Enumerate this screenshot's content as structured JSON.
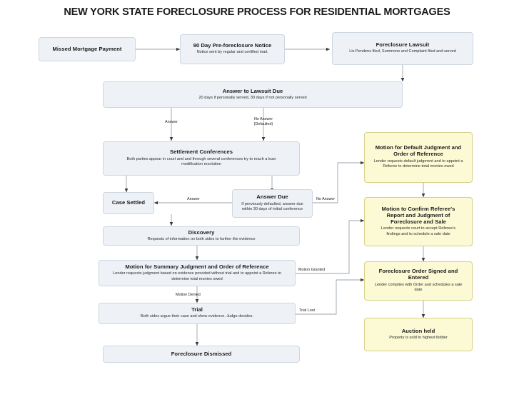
{
  "title": "NEW YORK STATE FORECLOSURE PROCESS FOR RESIDENTIAL MORTGAGES",
  "colors": {
    "blue_fill": "#eef2f7",
    "blue_stroke": "#cdd6e0",
    "yellow_fill": "#fbfad4",
    "yellow_stroke": "#d6d08a",
    "line": "#9aa3ad",
    "text": "#1a1a1a",
    "background": "#ffffff"
  },
  "chart_data": {
    "type": "diagram",
    "title": "NEW YORK STATE FORECLOSURE PROCESS FOR RESIDENTIAL MORTGAGES",
    "nodes": [
      {
        "id": "missed",
        "title": "Missed Mortgage Payment",
        "subtitle": "",
        "color": "blue"
      },
      {
        "id": "notice90",
        "title": "90 Day Pre-foreclosure Notice",
        "subtitle": "Notice sent by regular and certified mail.",
        "color": "blue"
      },
      {
        "id": "lawsuit",
        "title": "Foreclosure Lawsuit",
        "subtitle": "Lis Pendens filed, Summons and Complaint filed and served",
        "color": "blue"
      },
      {
        "id": "answerdue_lawsuit",
        "title": "Answer to Lawsuit Due",
        "subtitle": "20 days if personally served, 30 days if not personally served",
        "color": "blue"
      },
      {
        "id": "settlement",
        "title": "Settlement Conferences",
        "subtitle": "Both parties appear in court and and through several conferences try to reach a loan modification resolution",
        "color": "blue"
      },
      {
        "id": "settled",
        "title": "Case Settled",
        "subtitle": "",
        "color": "blue"
      },
      {
        "id": "answerdue",
        "title": "Answer Due",
        "subtitle": "If previously defaulted, answer due within 30 days of initial conference",
        "color": "blue"
      },
      {
        "id": "discovery",
        "title": "Discovery",
        "subtitle": "Requests of information on both sides to further the evidence",
        "color": "blue"
      },
      {
        "id": "msj",
        "title": "Motion for Summary Judgment and Order of Reference",
        "subtitle": "Lender requests judgment based on evidence provided without trial and to appoint a Referee to determine total monies owed",
        "color": "blue"
      },
      {
        "id": "trial",
        "title": "Trial",
        "subtitle": "Both sides argue their case and show evidence. Judge decides.",
        "color": "blue"
      },
      {
        "id": "dismissed",
        "title": "Foreclosure Dismissed",
        "subtitle": "",
        "color": "blue"
      },
      {
        "id": "default_judgment",
        "title": "Motion for Default Judgment and Order of Reference",
        "subtitle": "Lender requests default judgment and to appoint a Referee to determine total monies owed",
        "color": "yellow"
      },
      {
        "id": "confirm_referee",
        "title": "Motion to Confirm Referee's Report and Judgment of Foreclosure and Sale",
        "subtitle": "Lender requests court to accept Referee's findings and to schedule a sale date",
        "color": "yellow"
      },
      {
        "id": "order_signed",
        "title": "Foreclosure Order Signed and Entered",
        "subtitle": "Lender complies with Order and schedules a sale date",
        "color": "yellow"
      },
      {
        "id": "auction",
        "title": "Auction held",
        "subtitle": "Property is sold to highest bidder",
        "color": "yellow"
      }
    ],
    "edge_labels": [
      {
        "id": "answer1",
        "text": "Answer"
      },
      {
        "id": "noanswer1",
        "text": "No Answer\n(Defaulted)"
      },
      {
        "id": "answer2",
        "text": "Answer"
      },
      {
        "id": "noanswer2",
        "text": "No Answer"
      },
      {
        "id": "motion_granted",
        "text": "Motion Granted"
      },
      {
        "id": "motion_denied",
        "text": "Motion Denied"
      },
      {
        "id": "trial_lost",
        "text": "Trial Lost"
      }
    ],
    "edges": [
      {
        "from": "missed",
        "to": "notice90",
        "label": ""
      },
      {
        "from": "notice90",
        "to": "lawsuit",
        "label": ""
      },
      {
        "from": "lawsuit",
        "to": "answerdue_lawsuit",
        "label": ""
      },
      {
        "from": "answerdue_lawsuit",
        "to": "settlement",
        "label": "Answer"
      },
      {
        "from": "answerdue_lawsuit",
        "to": "settlement",
        "label": "No Answer (Defaulted)"
      },
      {
        "from": "settlement",
        "to": "settled",
        "label": ""
      },
      {
        "from": "settlement",
        "to": "answerdue",
        "label": ""
      },
      {
        "from": "answerdue",
        "to": "settled",
        "label": "Answer"
      },
      {
        "from": "answerdue",
        "to": "default_judgment",
        "label": "No Answer"
      },
      {
        "from": "settled",
        "to": "discovery",
        "label": ""
      },
      {
        "from": "discovery",
        "to": "msj",
        "label": ""
      },
      {
        "from": "msj",
        "to": "confirm_referee",
        "label": "Motion Granted"
      },
      {
        "from": "msj",
        "to": "trial",
        "label": "Motion Denied"
      },
      {
        "from": "trial",
        "to": "order_signed",
        "label": "Trial Lost"
      },
      {
        "from": "trial",
        "to": "dismissed",
        "label": ""
      },
      {
        "from": "default_judgment",
        "to": "confirm_referee",
        "label": ""
      },
      {
        "from": "confirm_referee",
        "to": "order_signed",
        "label": ""
      },
      {
        "from": "order_signed",
        "to": "auction",
        "label": ""
      }
    ]
  },
  "nodes": {
    "missed": {
      "title": "Missed Mortgage Payment",
      "subtitle": ""
    },
    "notice90": {
      "title": "90 Day Pre-foreclosure Notice",
      "subtitle": "Notice sent by regular and certified mail."
    },
    "lawsuit": {
      "title": "Foreclosure Lawsuit",
      "subtitle": "Lis Pendens filed, Summons and Complaint filed and served"
    },
    "answerdue_lawsuit": {
      "title": "Answer to Lawsuit Due",
      "subtitle": "20 days if personally served, 30 days if not personally served"
    },
    "settlement": {
      "title": "Settlement Conferences",
      "subtitle": "Both parties appear in court and and through several conferences try to reach a loan modification resolution"
    },
    "settled": {
      "title": "Case Settled",
      "subtitle": ""
    },
    "answerdue": {
      "title": "Answer Due",
      "subtitle": "If previously defaulted, answer due within 30 days of initial conference"
    },
    "discovery": {
      "title": "Discovery",
      "subtitle": "Requests of information on both sides to further the evidence"
    },
    "msj": {
      "title": "Motion for Summary Judgment and Order of Reference",
      "subtitle": "Lender requests judgment based on evidence provided without trial and to appoint a Referee to determine total monies owed"
    },
    "trial": {
      "title": "Trial",
      "subtitle": "Both sides argue their case and show evidence. Judge decides."
    },
    "dismissed": {
      "title": "Foreclosure Dismissed",
      "subtitle": ""
    },
    "default_judgment": {
      "title": "Motion for Default Judgment and Order of Reference",
      "subtitle": "Lender requests default judgment and to appoint a Referee to determine total monies owed"
    },
    "confirm_referee": {
      "title": "Motion to Confirm Referee's Report and Judgment of Foreclosure and Sale",
      "subtitle": "Lender requests court to accept Referee's findings and to schedule a sale date"
    },
    "order_signed": {
      "title": "Foreclosure Order Signed and Entered",
      "subtitle": "Lender complies with Order and schedules a sale date"
    },
    "auction": {
      "title": "Auction held",
      "subtitle": "Property is sold to highest bidder"
    }
  },
  "labels": {
    "answer1": "Answer",
    "noanswer1_line1": "No Answer",
    "noanswer1_line2": "(Defaulted)",
    "answer2": "Answer",
    "noanswer2": "No Answer",
    "motion_granted": "Motion Granted",
    "motion_denied": "Motion Denied",
    "trial_lost": "Trial Lost"
  }
}
